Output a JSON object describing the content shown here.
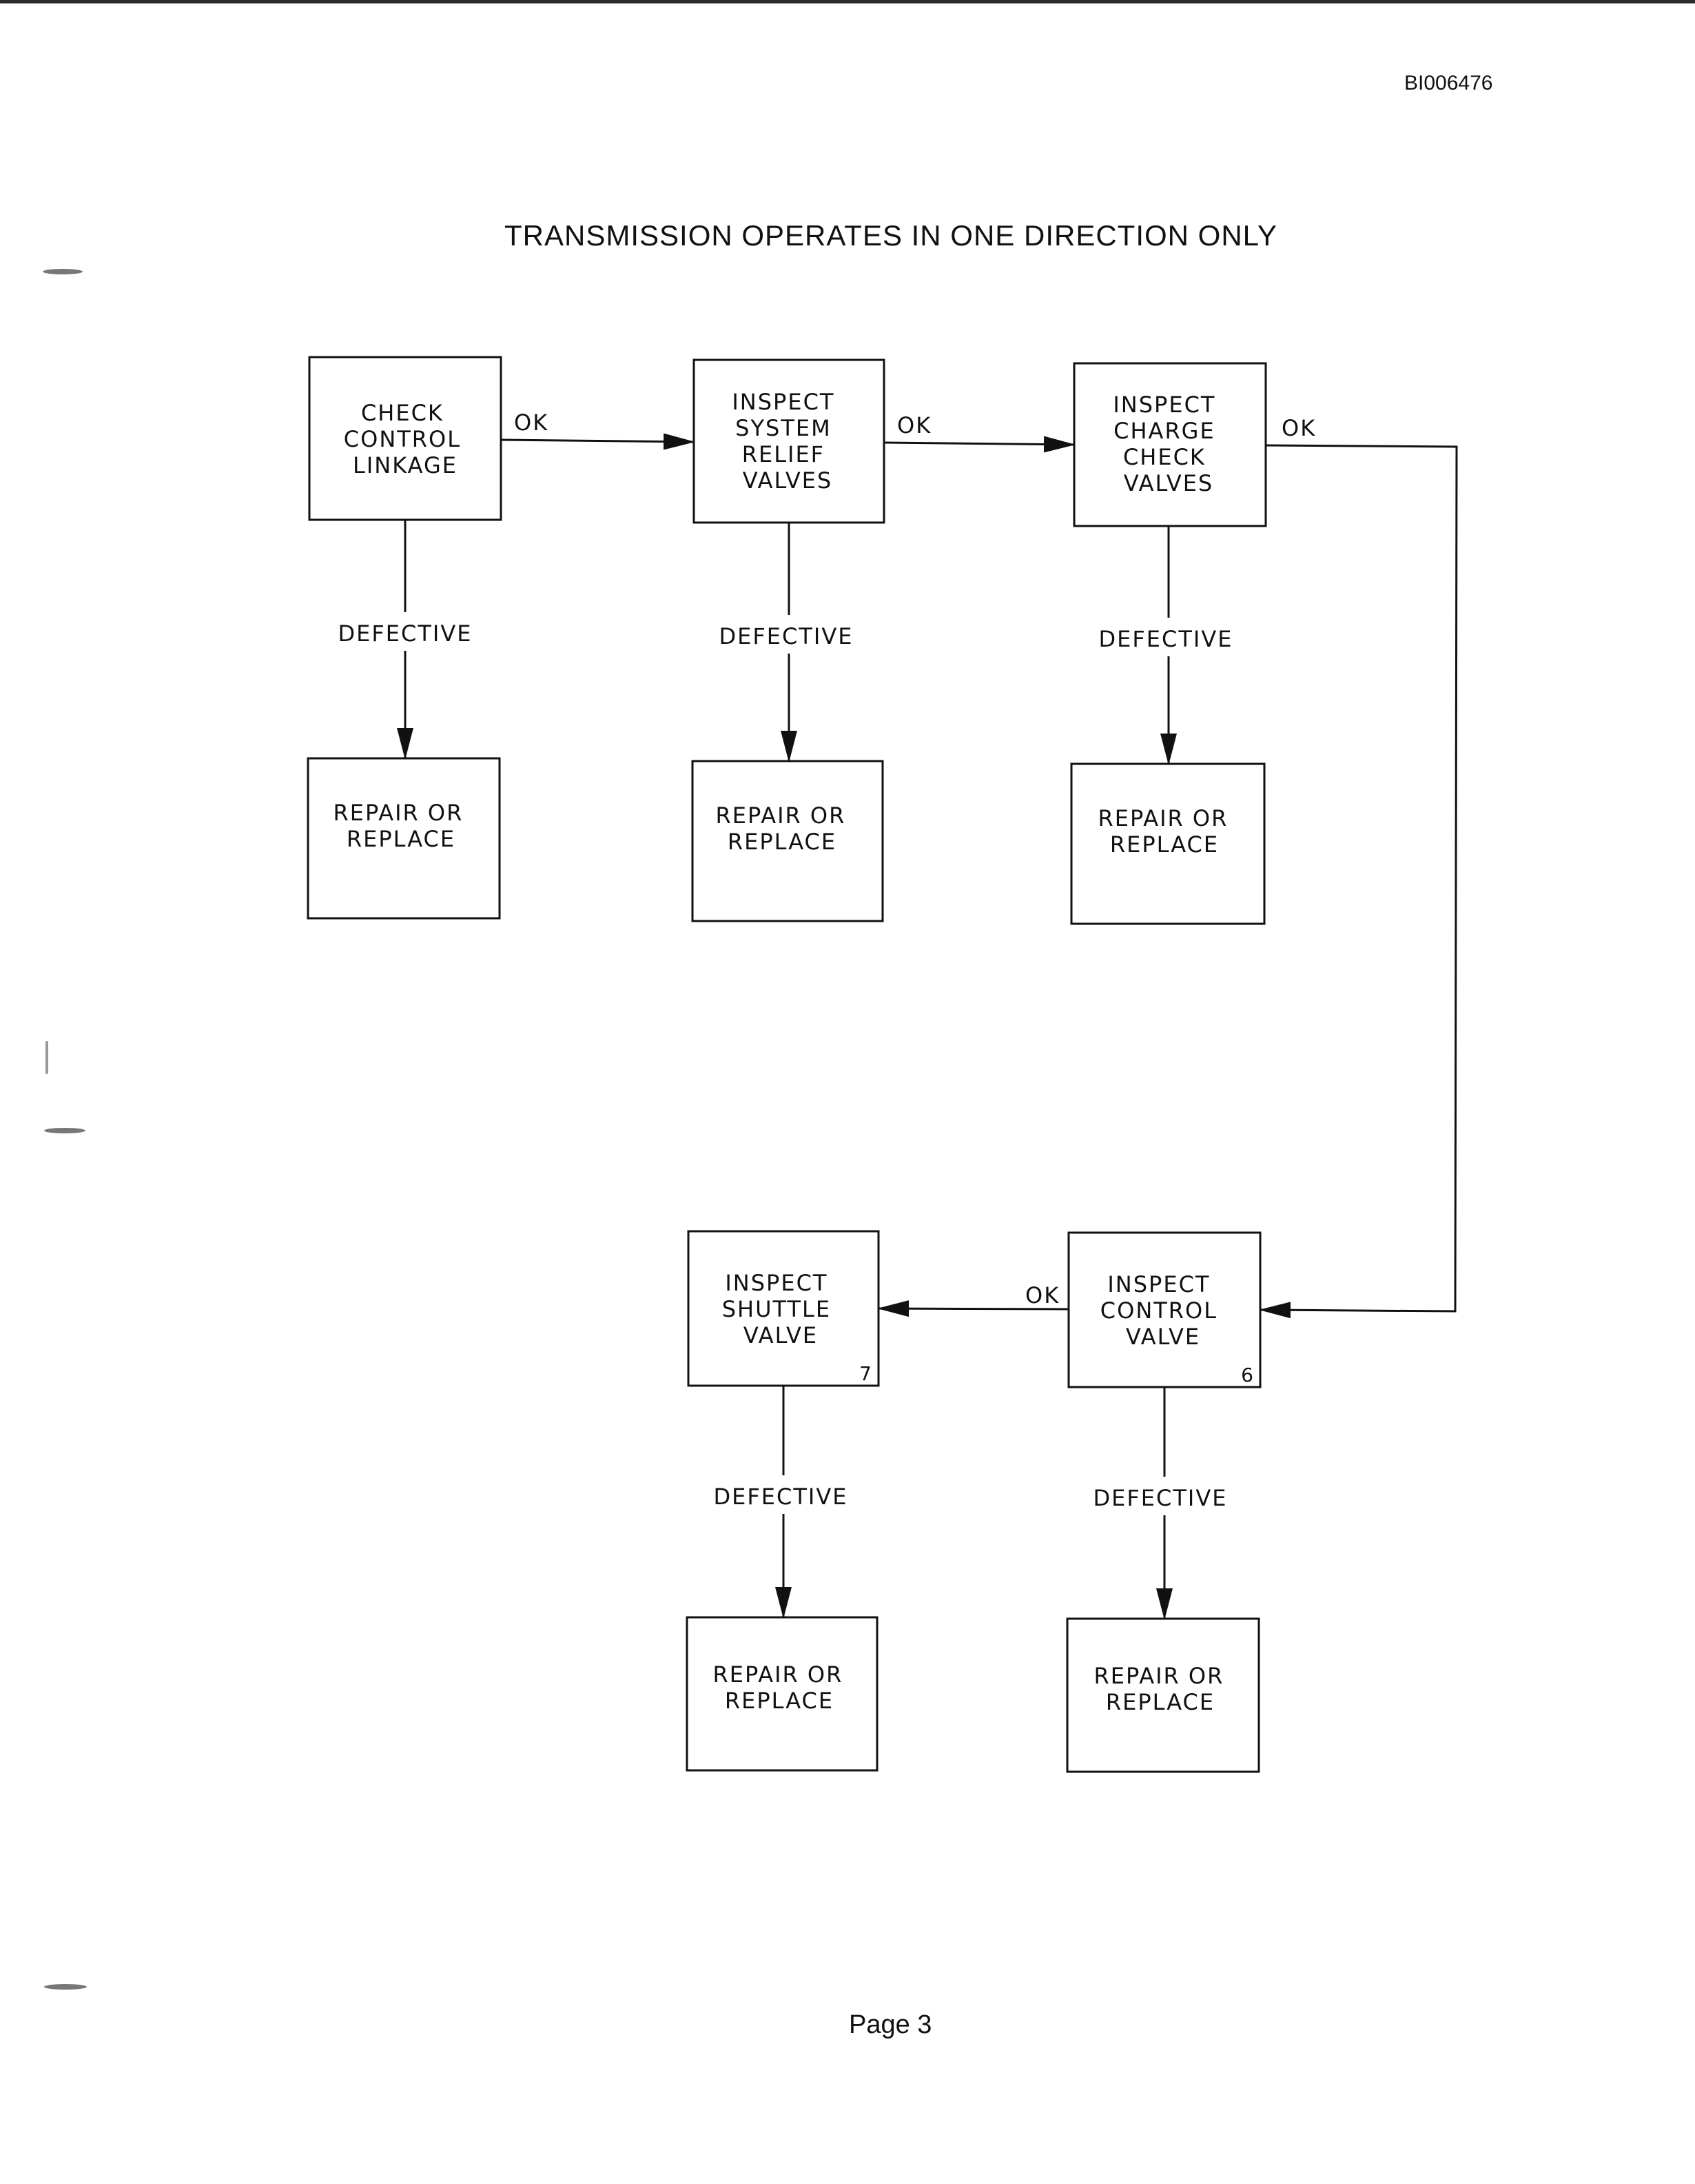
{
  "doc_id": "BI006476",
  "title": "TRANSMISSION OPERATES IN ONE DIRECTION ONLY",
  "page": "Page 3",
  "labels": {
    "ok": "OK",
    "defective": "DEFECTIVE"
  },
  "steps": [
    {
      "id": "check-control-linkage",
      "lines": [
        "CHECK",
        "CONTROL",
        "LINKAGE"
      ],
      "number": ""
    },
    {
      "id": "inspect-system-relief-valves",
      "lines": [
        "INSPECT",
        "SYSTEM",
        "RELIEF",
        "VALVES"
      ],
      "number": ""
    },
    {
      "id": "inspect-charge-check-valves",
      "lines": [
        "INSPECT",
        "CHARGE",
        "CHECK",
        "VALVES"
      ],
      "number": ""
    },
    {
      "id": "inspect-control-valve",
      "lines": [
        "INSPECT",
        "CONTROL",
        "VALVE"
      ],
      "number": "6"
    },
    {
      "id": "inspect-shuttle-valve",
      "lines": [
        "INSPECT",
        "SHUTTLE",
        "VALVE"
      ],
      "number": "7"
    }
  ],
  "repair": {
    "lines": [
      "REPAIR OR",
      "REPLACE"
    ]
  }
}
